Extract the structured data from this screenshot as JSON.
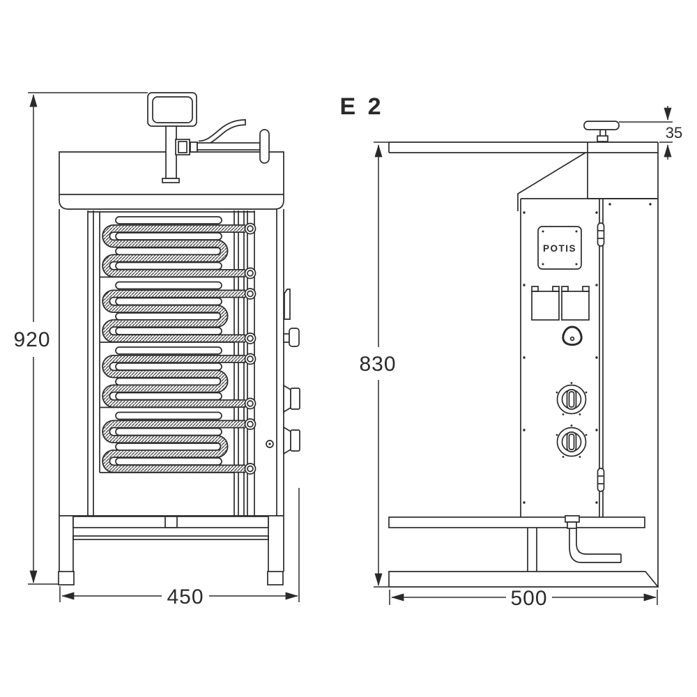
{
  "drawing": {
    "title_model": "E 2",
    "brand_plate": "POTIS",
    "ink_color": "#2a2a2a",
    "background_color": "#ffffff",
    "views": {
      "front": "front view with serpentine electric heating elements",
      "side": "side view with control panel"
    },
    "dimensions": {
      "front_height": "920",
      "front_width": "450",
      "side_height": "830",
      "side_depth": "500",
      "handle_offset": "35"
    }
  }
}
